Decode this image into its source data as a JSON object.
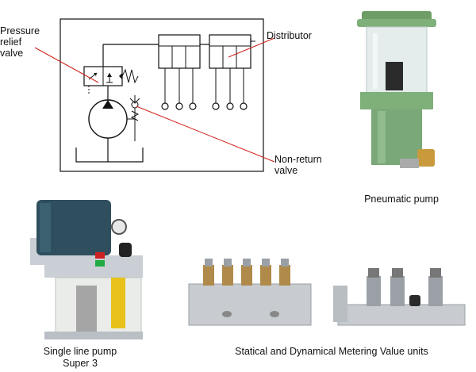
{
  "schematic": {
    "labels": {
      "pressure_relief": [
        "Pressure",
        "relief",
        "valve"
      ],
      "distributor": "Distributor",
      "non_return": [
        "Non-return",
        "valve"
      ]
    }
  },
  "captions": {
    "pneumatic_pump": "Pneumatic pump",
    "single_line_pump": [
      "Single line pump",
      "Super 3"
    ],
    "metering_units": "Statical and Dynamical Metering Value units"
  },
  "colors": {
    "leader_line": "#d0201a",
    "pump_green": "#7fb07a",
    "pump_housing": "#2f4f5f",
    "brass": "#b08a4a",
    "aluminium": "#c8ccd0"
  }
}
